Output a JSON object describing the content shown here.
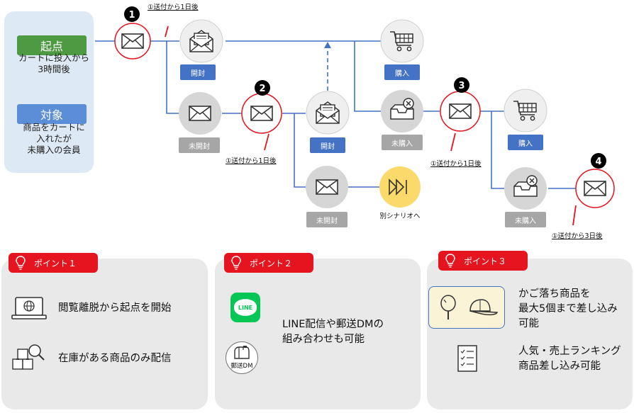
{
  "start_panel": {
    "start_tag": "起点",
    "start_desc": [
      "カートに投入から",
      "3時間後"
    ],
    "target_tag": "対象",
    "target_desc": [
      "商品をカートに",
      "入れたが",
      "未購入の会員"
    ]
  },
  "steps": [
    "1",
    "2",
    "3",
    "4"
  ],
  "labels": {
    "opened": "開封",
    "unopened": "未開封",
    "purchase": "購入",
    "not_purchased": "未購入",
    "other_scenario": "別シナリオへ"
  },
  "notes": {
    "n1": "①送付から1日後",
    "n2": "①送付から1日後",
    "n3": "①送付から1日後",
    "n4": "①送付から3日後"
  },
  "points": [
    {
      "title": "ポイント１",
      "items": [
        {
          "text": "閲覧離脱から起点を開始",
          "icon": "laptop-globe-icon"
        },
        {
          "text": "在庫がある商品のみ配信",
          "icon": "boxes-search-icon"
        }
      ]
    },
    {
      "title": "ポイント２",
      "icon_line_text": "LINE",
      "dm_label": "郵送DM",
      "text": [
        "LINE配信や郵送DMの",
        "組み合わせも可能"
      ]
    },
    {
      "title": "ポイント３",
      "items": [
        {
          "text": [
            "かご落ち商品を",
            "最大5個まで差し込み",
            "可能"
          ],
          "icon": "mirror-cap-icon"
        },
        {
          "text": [
            "人気・売上ランキング",
            "商品差し込み可能"
          ],
          "icon": "checklist-icon"
        }
      ]
    }
  ],
  "colors": {
    "flow_line": "#4472c4",
    "accent_red": "#e5141e",
    "label_blue": "#4472c4",
    "label_gray": "#a6a6a6",
    "start_green": "#4e9a43",
    "panel_blue": "#dde9f5",
    "line_green": "#06c755",
    "skip_yellow": "#fbd96b"
  }
}
